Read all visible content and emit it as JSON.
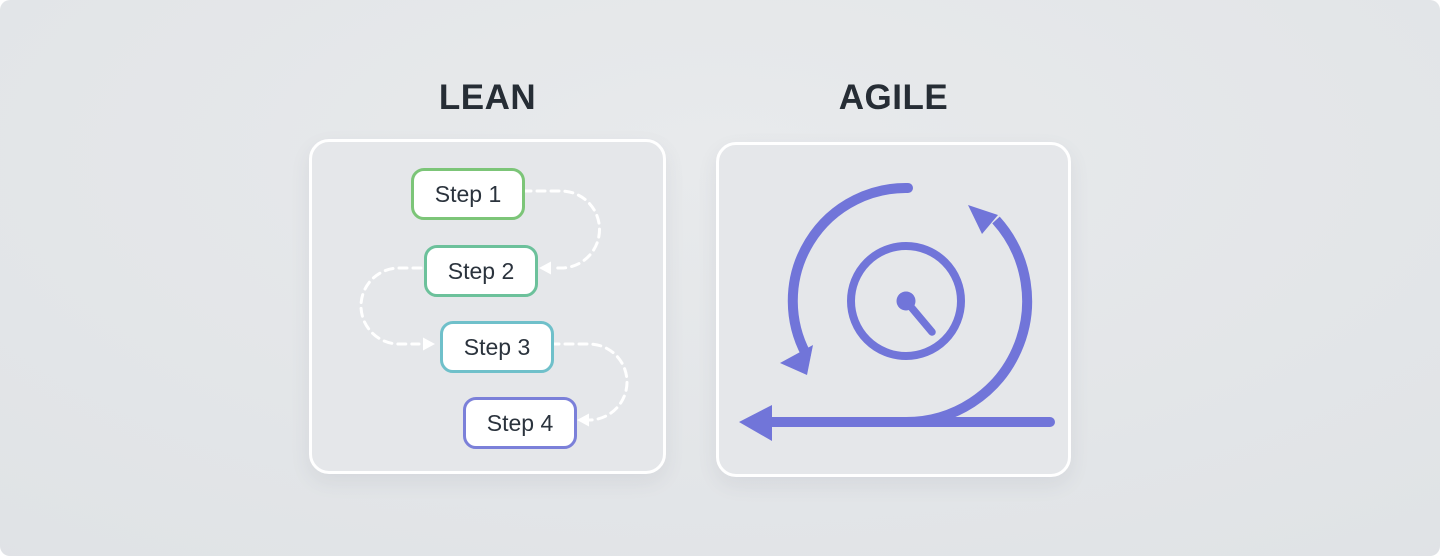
{
  "titles": {
    "lean": "LEAN",
    "agile": "AGILE"
  },
  "lean_panel": {
    "steps": [
      {
        "label": "Step 1",
        "border_color": "#7cc578"
      },
      {
        "label": "Step 2",
        "border_color": "#6cc19b"
      },
      {
        "label": "Step 3",
        "border_color": "#6fc0ca"
      },
      {
        "label": "Step 4",
        "border_color": "#7b80d9"
      }
    ],
    "connector_style": "dashed",
    "connector_color": "#ffffff"
  },
  "agile_panel": {
    "icon": "sprint-cycle-icon",
    "icon_color": "#7175d9"
  },
  "colors": {
    "canvas_bg_mid": "#e0e3e6",
    "panel_bg": "#e5e7ea",
    "panel_border": "#ffffff",
    "title_ink": "#262d35",
    "step_text": "#2b333d",
    "step_bg": "#ffffff",
    "connector": "#ffffff",
    "agile_accent": "#7175d9"
  }
}
